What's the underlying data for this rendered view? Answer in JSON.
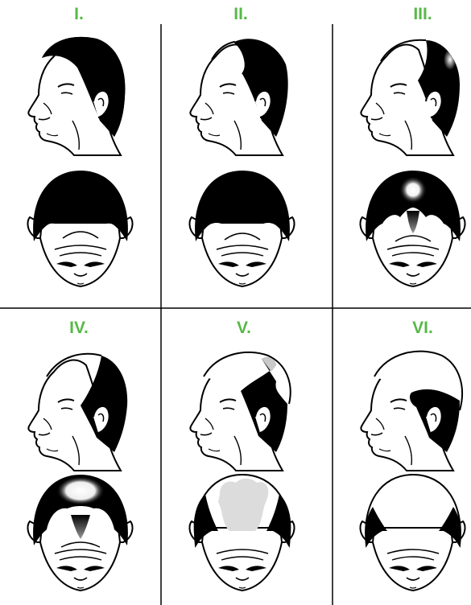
{
  "colors": {
    "label": "#57b947",
    "hair": "#000000",
    "skin": "#ffffff",
    "outline": "#000000",
    "thinning": "#c9c9c9",
    "balding_pale": "#dcdcdc",
    "divider": "#000000"
  },
  "stages": [
    {
      "id": "stage-1",
      "label": "I."
    },
    {
      "id": "stage-2",
      "label": "II."
    },
    {
      "id": "stage-3",
      "label": "III."
    },
    {
      "id": "stage-4",
      "label": "IV."
    },
    {
      "id": "stage-5",
      "label": "V."
    },
    {
      "id": "stage-6",
      "label": "VI."
    }
  ]
}
